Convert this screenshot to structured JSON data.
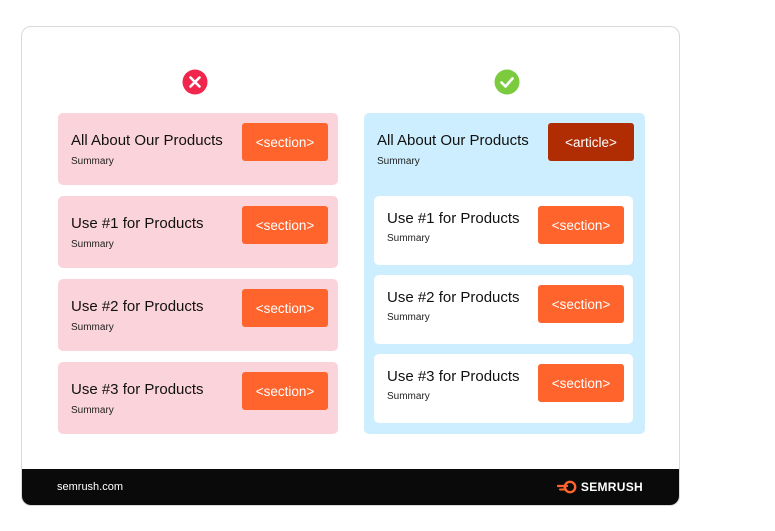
{
  "left_column": {
    "status": "incorrect",
    "boxes": [
      {
        "title": "All About Our Products",
        "summary": "Summary",
        "tag": "<section>"
      },
      {
        "title": "Use #1 for Products",
        "summary": "Summary",
        "tag": "<section>"
      },
      {
        "title": "Use #2 for Products",
        "summary": "Summary",
        "tag": "<section>"
      },
      {
        "title": "Use #3 for Products",
        "summary": "Summary",
        "tag": "<section>"
      }
    ]
  },
  "right_column": {
    "status": "correct",
    "parent": {
      "title": "All About Our Products",
      "summary": "Summary",
      "tag": "<article>"
    },
    "boxes": [
      {
        "title": "Use #1 for Products",
        "summary": "Summary",
        "tag": "<section>"
      },
      {
        "title": "Use #2 for Products",
        "summary": "Summary",
        "tag": "<section>"
      },
      {
        "title": "Use #3 for Products",
        "summary": "Summary",
        "tag": "<section>"
      }
    ]
  },
  "footer": {
    "url": "semrush.com",
    "brand": "SEMRUSH"
  },
  "colors": {
    "pink_box": "#fbd3da",
    "blue_panel": "#cdeefe",
    "section_tag": "#ff642d",
    "article_tag": "#b02d04",
    "wrong_icon": "#f0264c",
    "right_icon": "#7ccb3f",
    "footer_bg": "#0a0a0a"
  },
  "icons": {
    "wrong": "x-circle-icon",
    "right": "check-circle-icon",
    "brand": "semrush-logo-icon"
  }
}
